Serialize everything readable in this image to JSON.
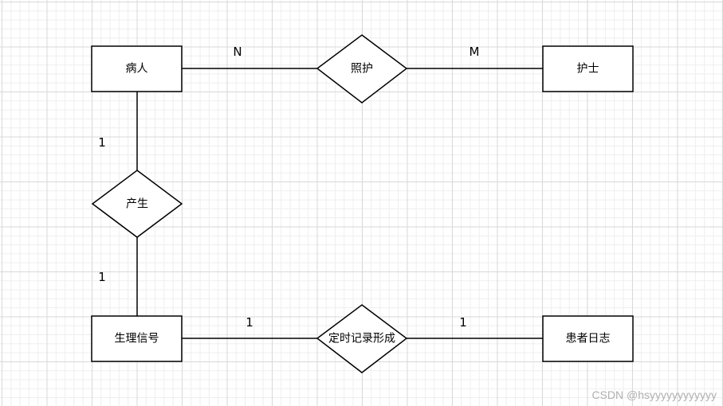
{
  "entities": {
    "patient": "病人",
    "nurse": "护士",
    "signal": "生理信号",
    "log": "患者日志"
  },
  "relationships": {
    "care": "照护",
    "produce": "产生",
    "record": "定时记录形成"
  },
  "cardinalities": {
    "patient_care": "N",
    "care_nurse": "M",
    "patient_produce": "1",
    "produce_signal": "1",
    "signal_record": "1",
    "record_log": "1"
  },
  "watermark": "CSDN @hsyyyyyyyyyyyy",
  "colors": {
    "stroke": "#000000",
    "fill": "#ffffff"
  }
}
